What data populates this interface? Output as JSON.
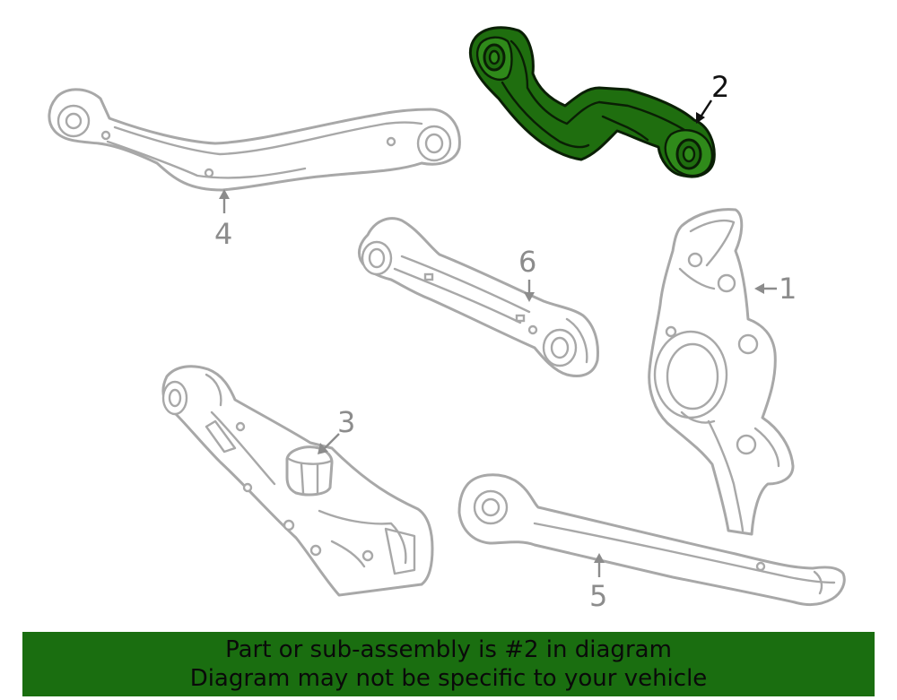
{
  "diagram": {
    "highlight_color": "#1a6e10",
    "outline_color": "#a8a8a8",
    "callouts": [
      {
        "id": "1",
        "label": "1",
        "highlighted": false
      },
      {
        "id": "2",
        "label": "2",
        "highlighted": true
      },
      {
        "id": "3",
        "label": "3",
        "highlighted": false
      },
      {
        "id": "4",
        "label": "4",
        "highlighted": false
      },
      {
        "id": "5",
        "label": "5",
        "highlighted": false
      },
      {
        "id": "6",
        "label": "6",
        "highlighted": false
      }
    ]
  },
  "banner": {
    "line1": "Part or sub-assembly is #2 in diagram",
    "line2": "Diagram may not be specific to your vehicle",
    "background": "#1a6e10"
  }
}
